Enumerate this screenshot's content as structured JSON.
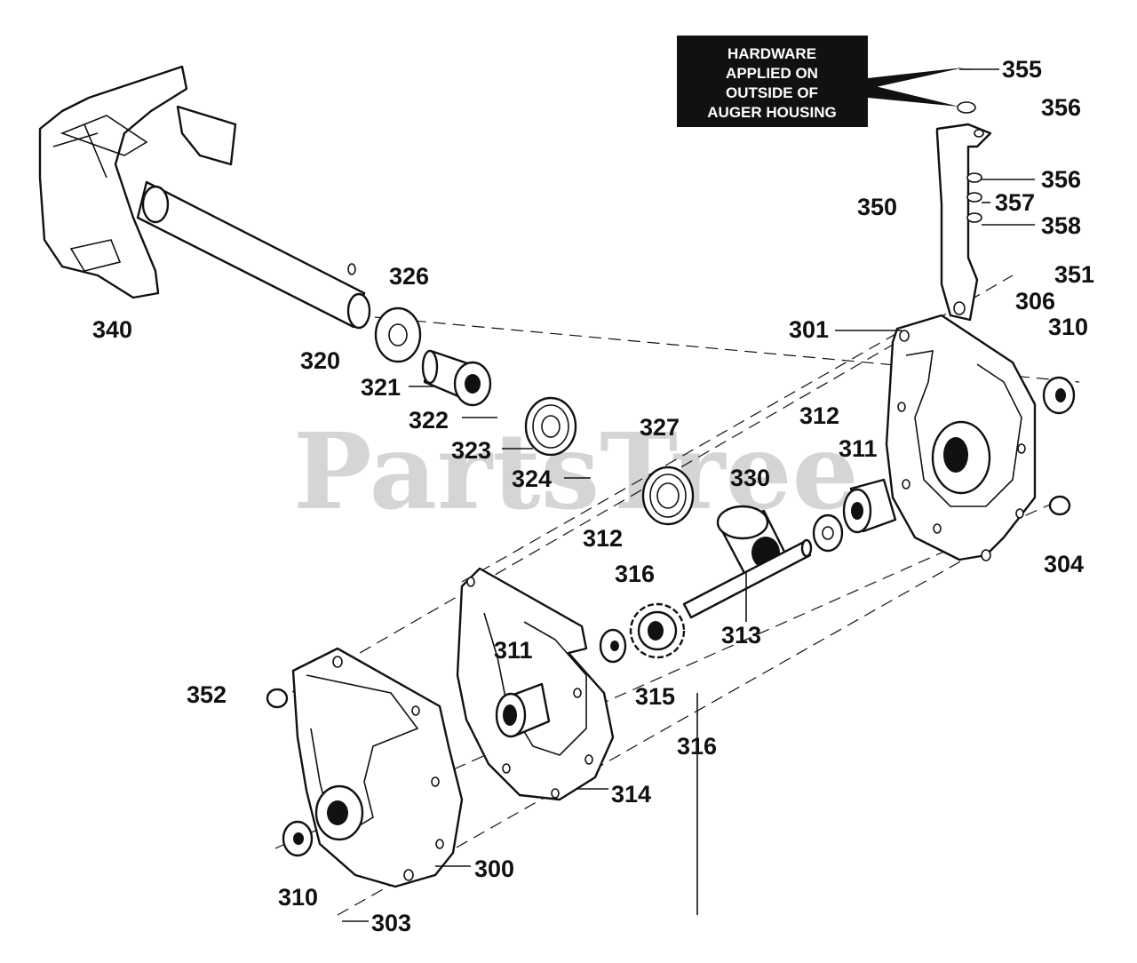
{
  "watermark": "PartsTree",
  "note": {
    "lines": [
      "HARDWARE",
      "APPLIED ON",
      "OUTSIDE OF",
      "AUGER HOUSING"
    ]
  },
  "labels": {
    "l355": "355",
    "l356a": "356",
    "l356b": "356",
    "l357": "357",
    "l358": "358",
    "l350": "350",
    "l351": "351",
    "l306": "306",
    "l301": "301",
    "l310a": "310",
    "l326": "326",
    "l340": "340",
    "l320": "320",
    "l321": "321",
    "l322": "322",
    "l323": "323",
    "l324": "324",
    "l327": "327",
    "l330": "330",
    "l312a": "312",
    "l311a": "311",
    "l304": "304",
    "l312b": "312",
    "l316a": "316",
    "l313": "313",
    "l311b": "311",
    "l315": "315",
    "l352": "352",
    "l316b": "316",
    "l314": "314",
    "l300": "300",
    "l310b": "310",
    "l303": "303"
  }
}
